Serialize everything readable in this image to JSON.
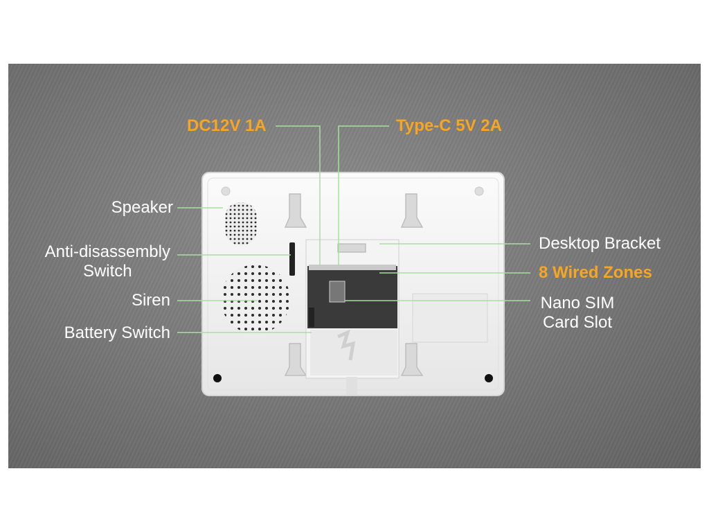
{
  "labels": {
    "dc_power": "DC12V 1A",
    "type_c": "Type-C 5V 2A",
    "speaker": "Speaker",
    "anti_disassembly_line1": "Anti-disassembly",
    "anti_disassembly_line2": "Switch",
    "siren": "Siren",
    "battery_switch": "Battery Switch",
    "desktop_bracket": "Desktop Bracket",
    "wired_zones": "8 Wired Zones",
    "nano_sim_line1": "Nano SIM",
    "nano_sim_line2": "Card Slot"
  },
  "colors": {
    "highlight": "#f6a623",
    "label_text": "#ffffff",
    "leader_line": "#a8e0a0",
    "background": "#7b7b7b",
    "device_body": "#f2f2f2"
  }
}
